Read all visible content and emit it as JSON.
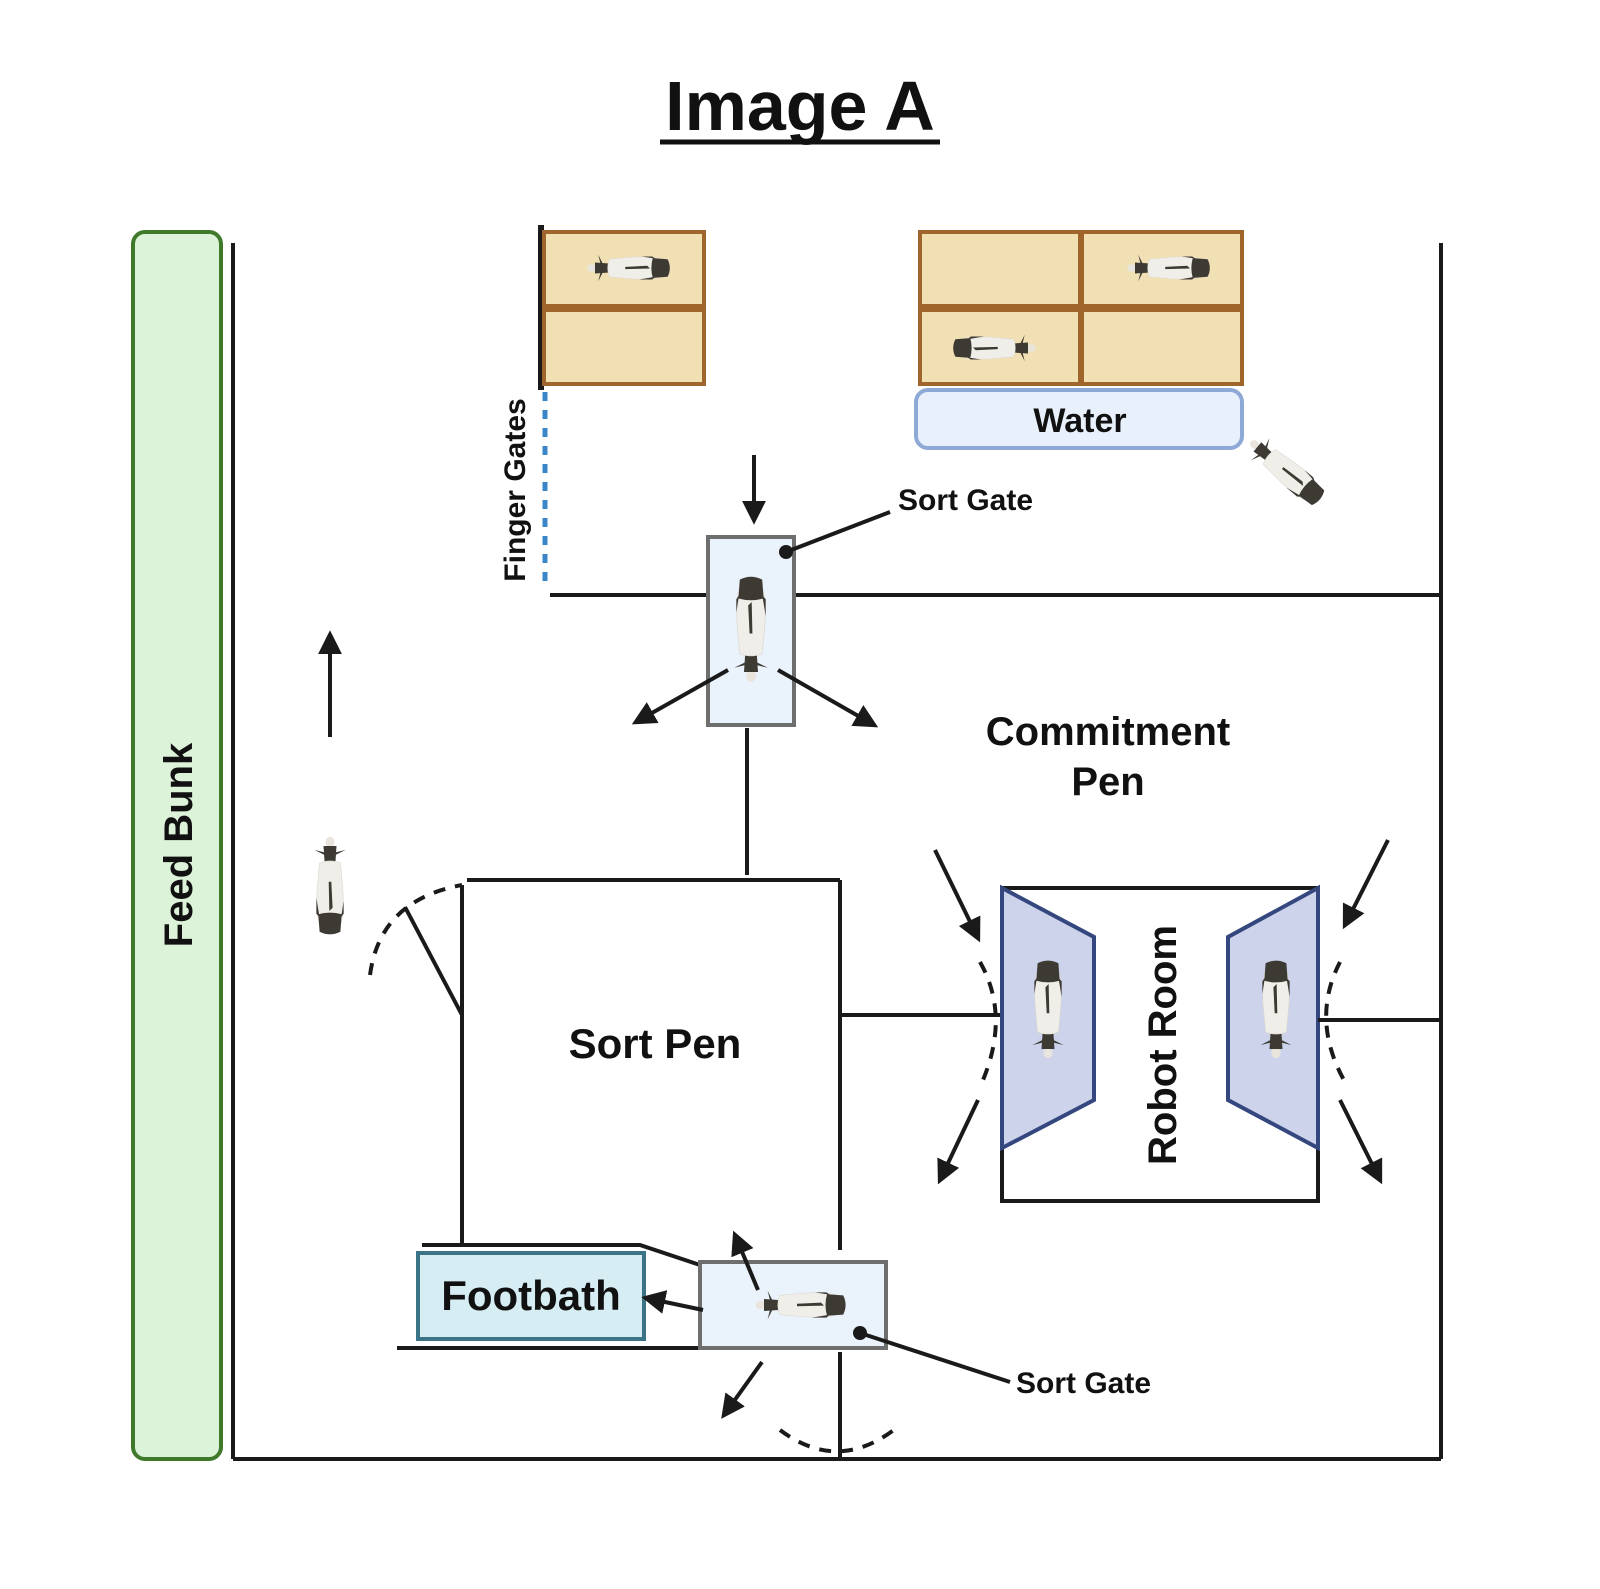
{
  "title": "Image A",
  "labels": {
    "feed_bunk": "Feed Bunk",
    "finger_gates": "Finger Gates",
    "water": "Water",
    "sort_gate_top": "Sort Gate",
    "sort_gate_bottom": "Sort Gate",
    "commitment_pen_line1": "Commitment",
    "commitment_pen_line2": "Pen",
    "robot_room": "Robot Room",
    "sort_pen": "Sort Pen",
    "footbath": "Footbath"
  },
  "colors": {
    "feed_bunk_fill": "#dcf2d9",
    "feed_bunk_stroke": "#3f7a2a",
    "stall_fill": "#f1e0b4",
    "stall_stroke": "#a0652a",
    "water_fill": "#e8f0fb",
    "water_stroke": "#8fa9d6",
    "gate_fill": "#eaf2fb",
    "gate_stroke": "#6e6e6e",
    "robot_fill": "#cdd3ea",
    "robot_stroke": "#34477e",
    "footbath_fill": "#d5edf3",
    "footbath_stroke": "#3a7486",
    "finger_gate_color": "#3a86c8",
    "line": "#1a1a1a"
  }
}
